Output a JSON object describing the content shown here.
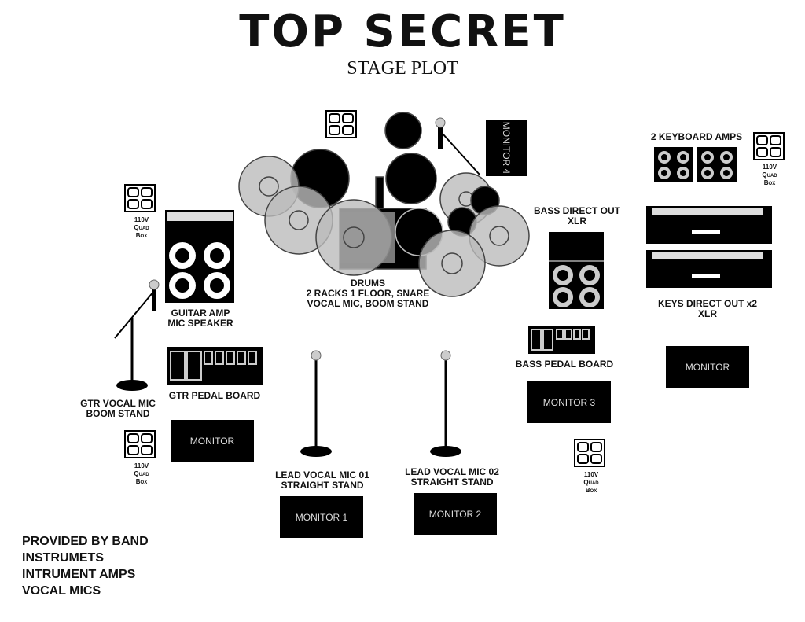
{
  "title": "TOP SECRET",
  "subtitle": "STAGE PLOT",
  "quad_box": {
    "line1": "110V",
    "line2": "Quad",
    "line3": "Box"
  },
  "drums": {
    "line1": "DRUMS",
    "line2": "2 RACKS 1 FLOOR, SNARE",
    "line3": "VOCAL MIC, BOOM STAND"
  },
  "keyboard_amps": "2 KEYBOARD AMPS",
  "bass_direct": {
    "line1": "BASS DIRECT OUT",
    "line2": "XLR"
  },
  "keys_direct": {
    "line1": "KEYS DIRECT OUT x2",
    "line2": "XLR"
  },
  "guitar_amp": {
    "line1": "GUITAR AMP",
    "line2": "MIC SPEAKER"
  },
  "gtr_pedal": "GTR PEDAL BOARD",
  "bass_pedal": "BASS PEDAL BOARD",
  "gtr_mic": {
    "line1": "GTR VOCAL MIC",
    "line2": "BOOM STAND"
  },
  "lead1": {
    "line1": "LEAD VOCAL MIC 01",
    "line2": "STRAIGHT STAND"
  },
  "lead2": {
    "line1": "LEAD VOCAL MIC 02",
    "line2": "STRAIGHT STAND"
  },
  "monitors": {
    "m1": "MONITOR 1",
    "m2": "MONITOR 2",
    "m3": "MONITOR 3",
    "m4": "MONITOR 4",
    "gtr": "MONITOR",
    "keys": "MONITOR"
  },
  "provided": {
    "heading": "PROVIDED BY BAND",
    "items": [
      "INSTRUMETS",
      "INTRUMENT AMPS",
      "VOCAL MICS"
    ]
  }
}
